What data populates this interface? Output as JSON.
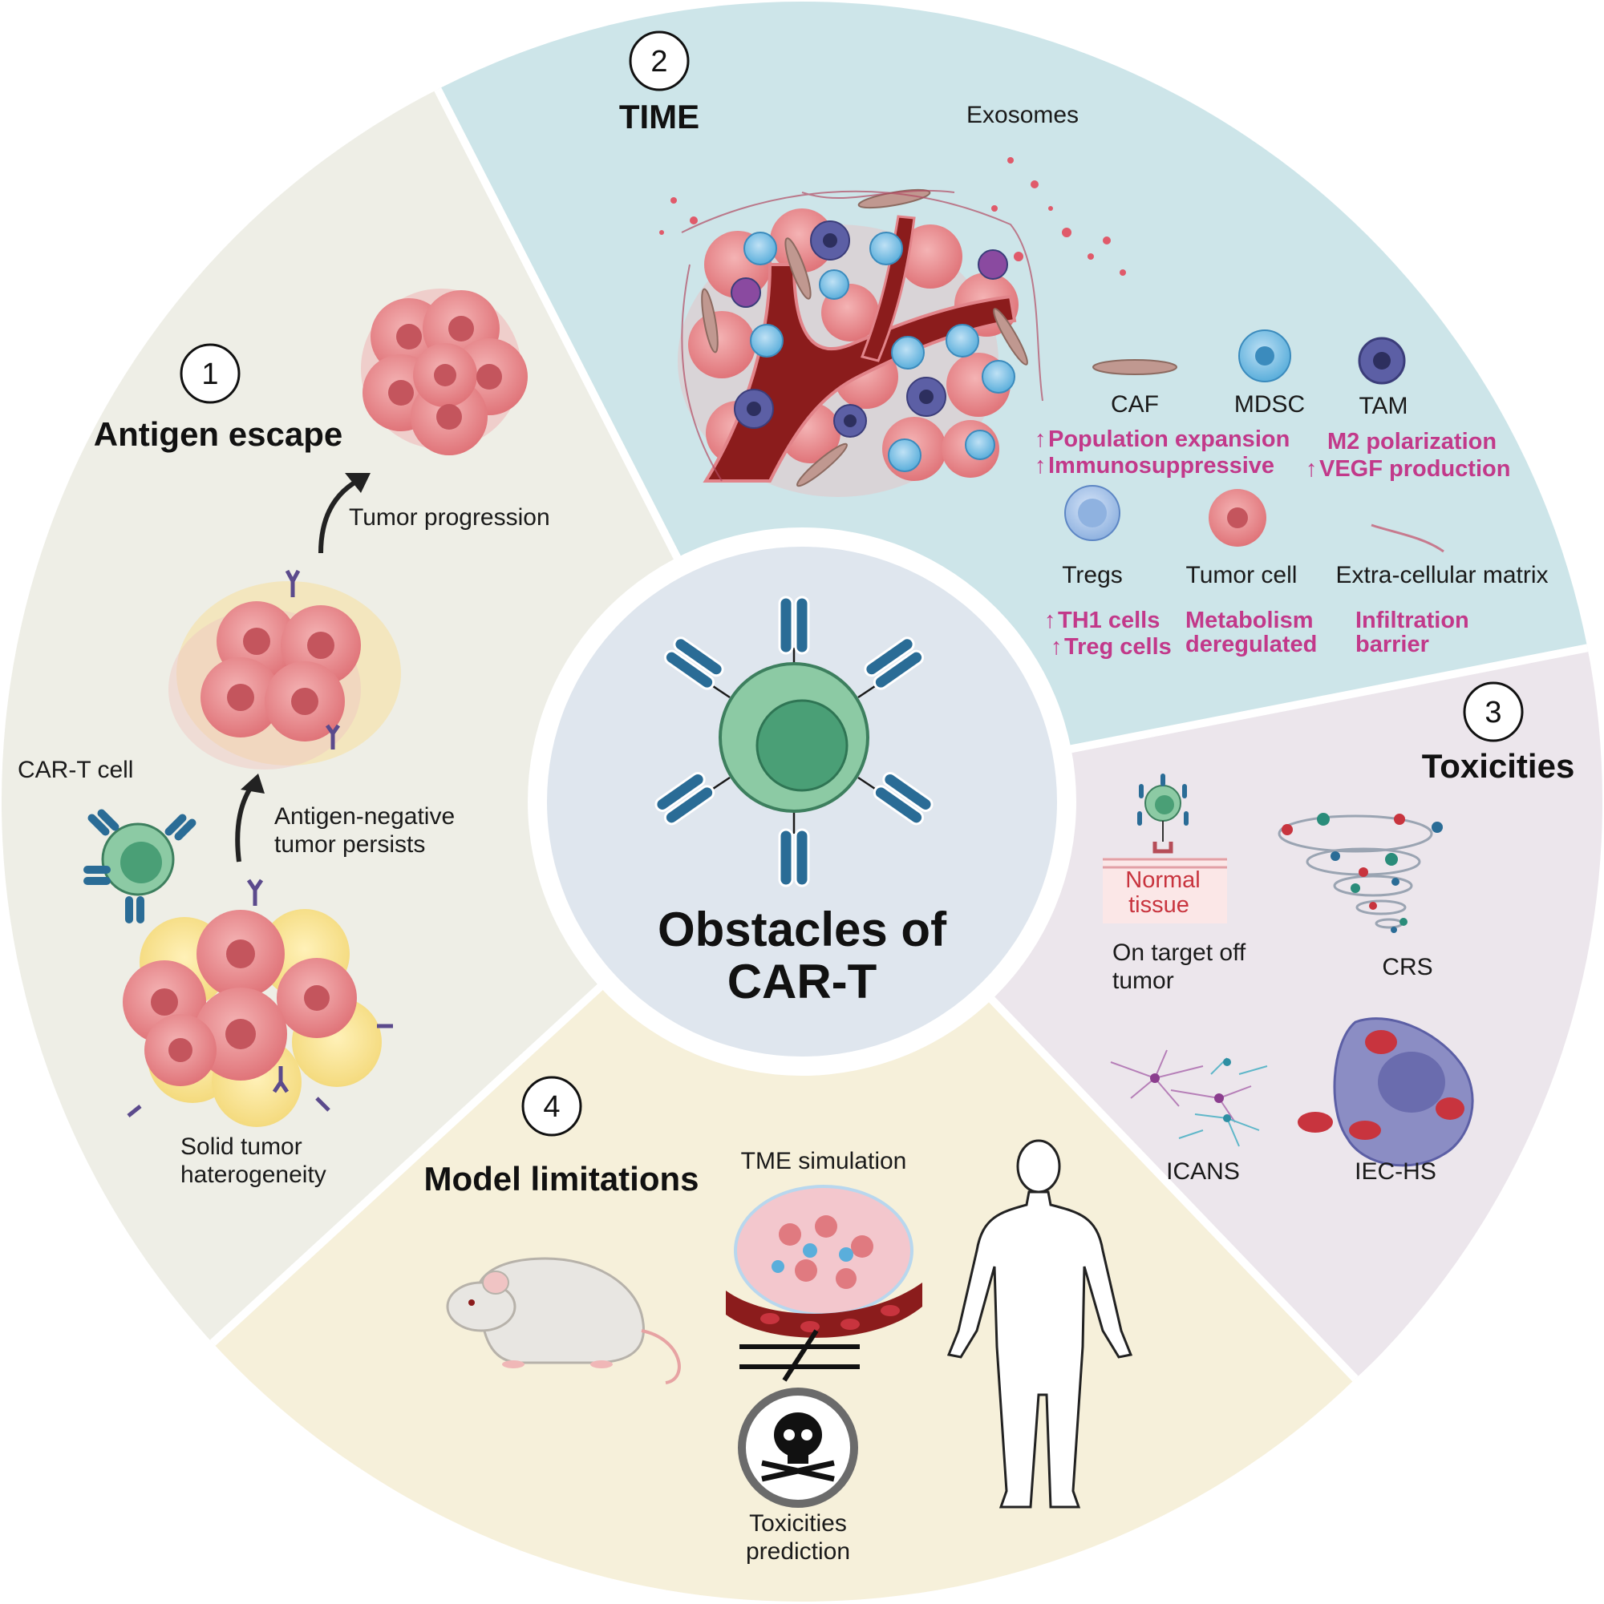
{
  "center": {
    "line1": "Obstacles of",
    "line2": "CAR-T"
  },
  "sectors": {
    "antigen_escape": {
      "number": "1",
      "title": "Antigen escape",
      "car_t_cell": "CAR-T cell",
      "tumor_progression": "Tumor progression",
      "antigen_negative_1": "Antigen-negative",
      "antigen_negative_2": "tumor persists",
      "solid_tumor_1": "Solid tumor",
      "solid_tumor_2": "haterogeneity"
    },
    "time": {
      "number": "2",
      "title": "TIME",
      "exosomes": "Exosomes",
      "caf": "CAF",
      "mdsc": "MDSC",
      "tam": "TAM",
      "caf_mdsc_effect_1": "Population expansion",
      "caf_mdsc_effect_2": "Immunosuppressive",
      "tam_effect_1": "M2 polarization",
      "tam_effect_2": "VEGF production",
      "tregs": "Tregs",
      "tumor_cell": "Tumor cell",
      "ecm": "Extra-cellular matrix",
      "tregs_effect_1": "TH1 cells",
      "tregs_effect_2": "Treg cells",
      "tumor_effect_1": "Metabolism",
      "tumor_effect_2": "deregulated",
      "ecm_effect_1": "Infiltration",
      "ecm_effect_2": "barrier"
    },
    "toxicities": {
      "number": "3",
      "title": "Toxicities",
      "normal_1": "Normal",
      "normal_2": "tissue",
      "on_target_1": "On target off",
      "on_target_2": "tumor",
      "crs": "CRS",
      "icans": "ICANS",
      "iec_hs": "IEC-HS"
    },
    "model_limitations": {
      "number": "4",
      "title": "Model limitations",
      "tme_simulation": "TME simulation",
      "tox_pred_1": "Toxicities",
      "tox_pred_2": "prediction"
    }
  },
  "colors": {
    "antigen_sector": "#eeeee6",
    "time_sector": "#cde5e9",
    "toxicity_sector": "#ece6ec",
    "model_sector": "#f6f0da",
    "center_fill": "#dfe6ee",
    "highlight_text": "#c2398a",
    "car_t_green": "#5fae85",
    "car_blue": "#2a6c96",
    "tumor_pink": "#e07a80"
  }
}
